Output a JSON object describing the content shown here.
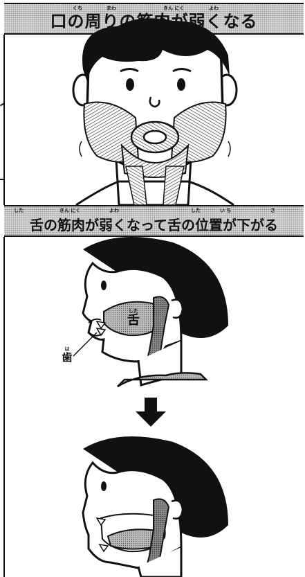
{
  "top_banner": {
    "title": "口の周りの筋肉が弱くなる",
    "ruby": [
      "くち",
      "まわ",
      "きん にく",
      "よわ"
    ]
  },
  "middle_banner": {
    "title": "舌の筋肉が弱くなって舌の位置が下がる",
    "ruby": [
      "した",
      "きん にく",
      "よわ",
      "した",
      "い ち",
      "さ"
    ]
  },
  "labels": {
    "tongue_ruby": "した",
    "tongue": "舌",
    "tooth_ruby": "は",
    "tooth": "歯"
  },
  "icons": [
    "down-arrow-icon"
  ],
  "colors": {
    "banner_bg": "#d9d9d9",
    "outline": "#111111",
    "muscle": "#8a8a8a",
    "skin": "#ffffff"
  }
}
